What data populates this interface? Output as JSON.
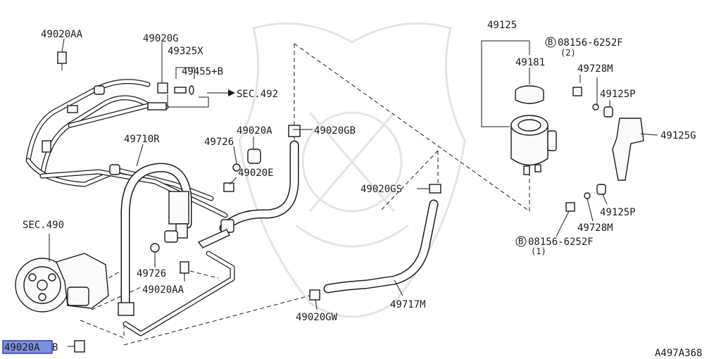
{
  "figure_code": "A497A368",
  "highlighted_part": "49020AB",
  "highlight_color": "#7f8fe0",
  "labels": {
    "p49020AA_top": "49020AA",
    "p49020G": "49020G",
    "p49325X": "49325X",
    "p49455B": "49455+B",
    "sec492": "SEC.492",
    "p49710R": "49710R",
    "p49020A": "49020A",
    "p49020GB": "49020GB",
    "p49726_top": "49726",
    "p49020E": "49020E",
    "sec490": "SEC.490",
    "p49726_low": "49726",
    "p49020AA_low": "49020AA",
    "p49020AB": "49020A",
    "p49020AB_tail": "B",
    "p49020GW": "49020GW",
    "p49717M": "49717M",
    "p49020GS": "49020GS",
    "p49125": "49125",
    "p49181": "49181",
    "bolt_top_code": "08156-6252F",
    "bolt_top_qty": "(2)",
    "bolt_bot_code": "08156-6252F",
    "bolt_bot_qty": "(1)",
    "bolt_prefix": "B",
    "p49728M_top": "49728M",
    "p49125P_top": "49125P",
    "p49125G": "49125G",
    "p49125P_low": "49125P",
    "p49728M_low": "49728M"
  }
}
